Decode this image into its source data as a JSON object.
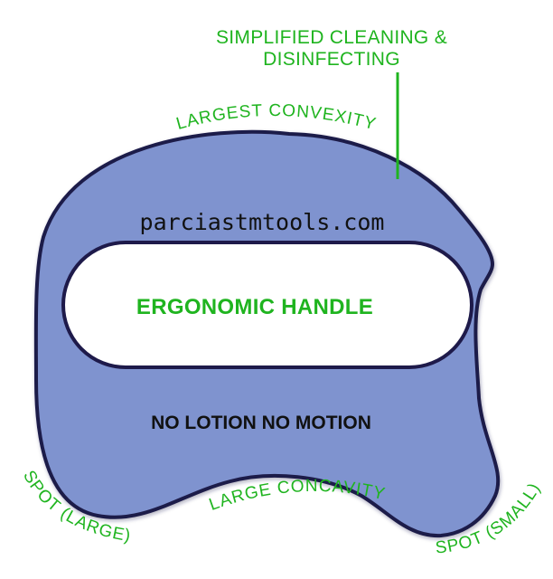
{
  "colors": {
    "tool_fill": "#7f93cf",
    "outline": "#1e1a4a",
    "label_green": "#1fb41f",
    "text_dark": "#111111"
  },
  "labels": {
    "callout": {
      "line1": "SIMPLIFIED CLEANING &",
      "line2": "DISINFECTING"
    },
    "largest_convexity": "LARGEST CONVEXITY",
    "brand": "parciastmtools.com",
    "ergonomic_handle": "ERGONOMIC HANDLE",
    "slogan": "NO LOTION NO MOTION",
    "spot_large": "SPOT (LARGE)",
    "large_concavity": "LARGE CONCAVITY",
    "spot_small": "SPOT (SMALL)"
  }
}
